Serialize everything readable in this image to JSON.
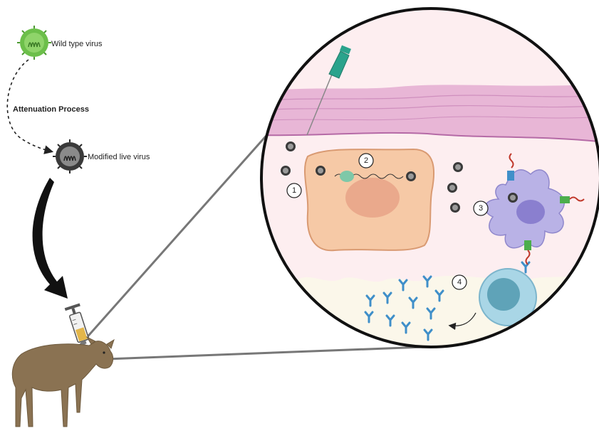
{
  "labels": {
    "wild_type": "Wild type virus",
    "attenuation": "Attenuation Process",
    "modified": "Modified live virus"
  },
  "steps": [
    "1",
    "2",
    "3",
    "4"
  ],
  "colors": {
    "wild_virus": "#6cbf4a",
    "modified_virus": "#3a3a3a",
    "skin_top": "#e8b6d6",
    "dermis": "#fbe7ea",
    "cell": "#f6c9a6",
    "dendritic_cell": "#b9b2e6",
    "b_cell": "#a9d6e6",
    "antibody": "#3f8fc9",
    "cow": "#8a7252",
    "syringe_fluid": "#e3b64a"
  }
}
